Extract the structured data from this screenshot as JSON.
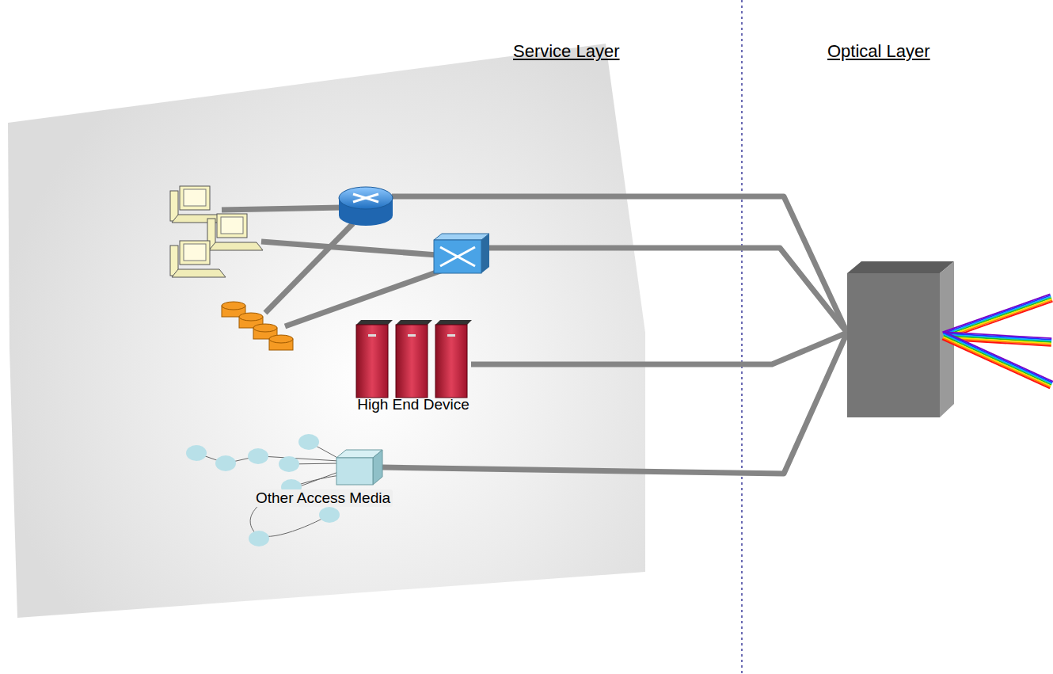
{
  "diagram": {
    "nodes": [
      {
        "text": [
          "High End Device"
        ]
      },
      {
        "text": [
          "Other Access Media"
        ]
      }
    ],
    "labels": [
      "Service Layer",
      "Optical Layer"
    ]
  }
}
